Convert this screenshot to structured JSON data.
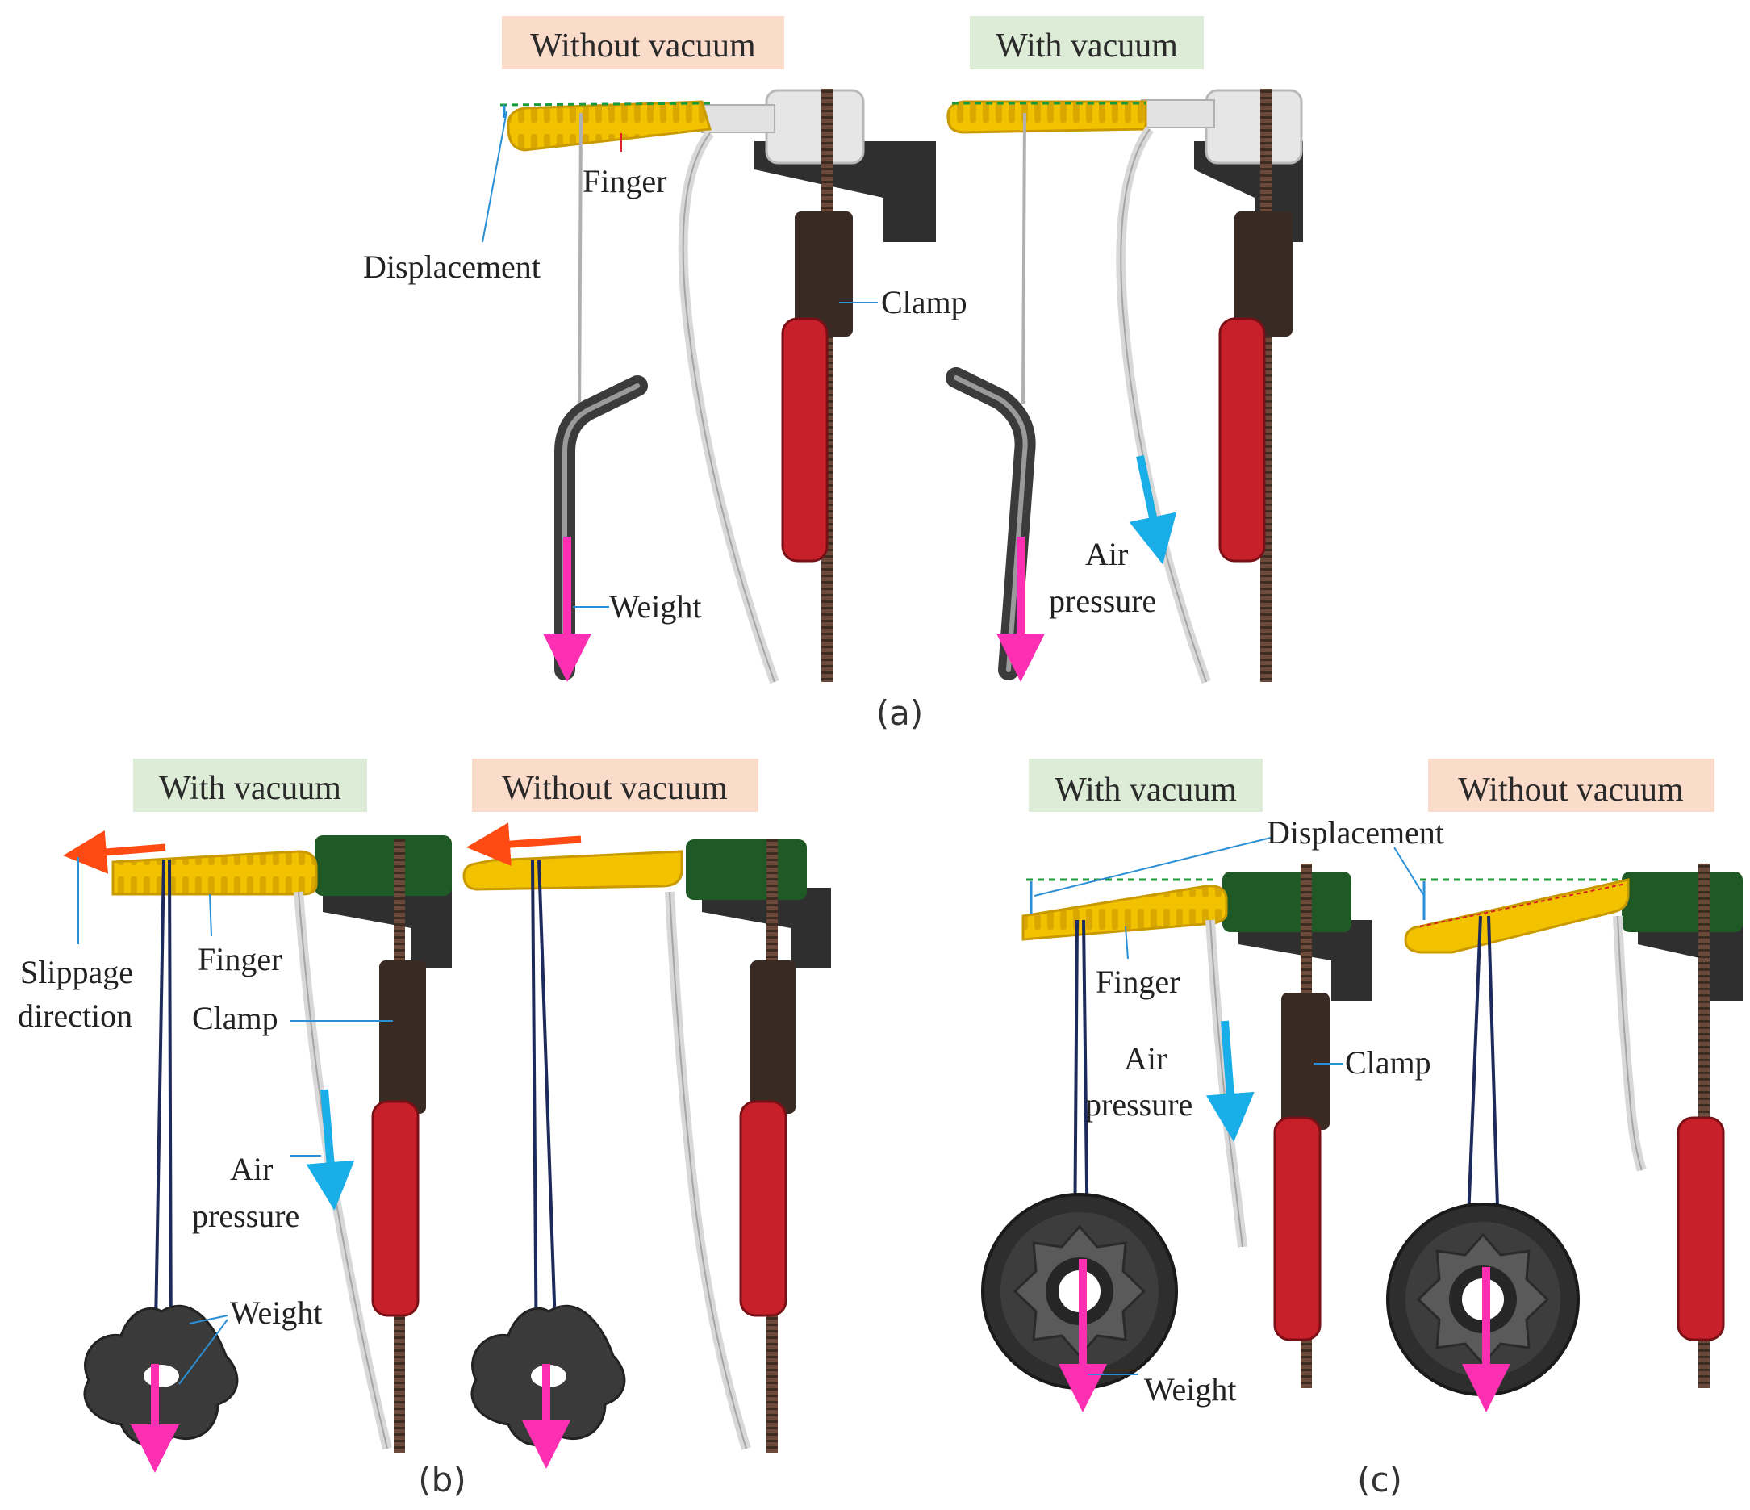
{
  "colors": {
    "finger_yellow": "#f2c200",
    "finger_edge": "#c89a00",
    "clamp_red": "#c8202a",
    "clamp_dark": "#3a2a24",
    "bracket_dark": "#2f2f2f",
    "bracket_green": "#1f5a26",
    "tube": "#d8d8d8",
    "weight_arrow": "#ff2fb4",
    "air_arrow": "#1aaee8",
    "slip_arrow": "#ff4a14",
    "tag_without_bg": "#fbdccb",
    "tag_with_bg": "#ddecd6",
    "leader_line": "#2a8fd6",
    "dashed_ref": "#1a9a3a"
  },
  "panel_a": {
    "caption": "(a)",
    "left": {
      "tag": "Without vacuum",
      "labels": {
        "finger": "Finger",
        "displacement": "Displacement",
        "clamp": "Clamp",
        "weight": "Weight"
      },
      "icons": {
        "weight_arrow": "arrow-down-icon"
      }
    },
    "right": {
      "tag": "With vacuum",
      "labels": {
        "air_line1": "Air",
        "air_line2": "pressure"
      },
      "icons": {
        "air_arrow": "arrow-down-icon"
      }
    }
  },
  "panel_b": {
    "caption": "(b)",
    "left": {
      "tag": "With vacuum",
      "labels": {
        "slip_line1": "Slippage",
        "slip_line2": "direction",
        "finger": "Finger",
        "clamp": "Clamp",
        "air_line1": "Air",
        "air_line2": "pressure",
        "weight": "Weight"
      },
      "icons": {
        "slip_arrow": "arrow-left-icon"
      }
    },
    "right": {
      "tag": "Without vacuum"
    }
  },
  "panel_c": {
    "caption": "(c)",
    "left": {
      "tag": "With vacuum",
      "labels": {
        "displacement": "Displacement",
        "finger": "Finger",
        "air_line1": "Air",
        "air_line2": "pressure",
        "clamp": "Clamp",
        "weight": "Weight"
      }
    },
    "right": {
      "tag": "Without vacuum"
    }
  }
}
